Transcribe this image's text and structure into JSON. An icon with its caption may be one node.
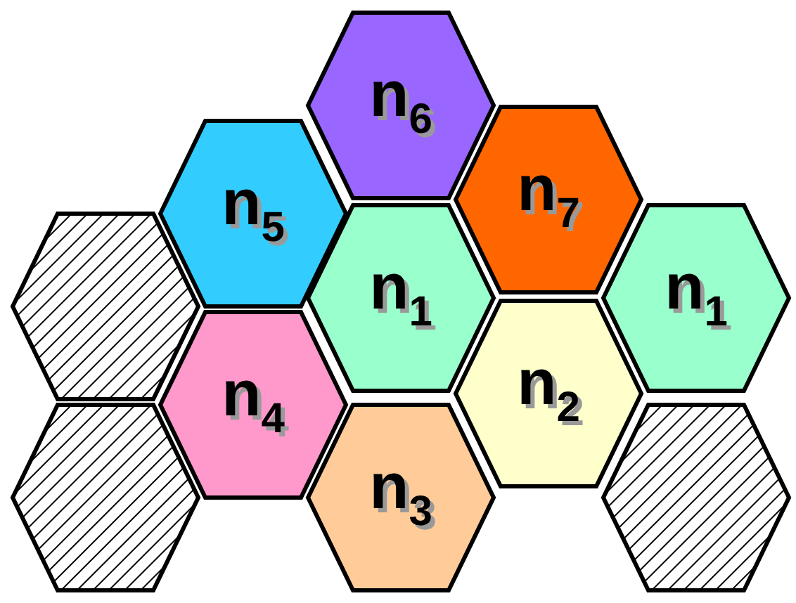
{
  "diagram": {
    "nodes": [
      {
        "text": [
          "n$_{6}$"
        ]
      },
      {
        "text": [
          "n$_{7}$"
        ]
      },
      {
        "text": [
          "n$_{5}$"
        ]
      },
      {
        "text": [],
        "shape": "hexagon"
      },
      {
        "text": [
          "n$_{1}$"
        ]
      },
      {
        "text": [
          "n$_{1}$"
        ]
      },
      {
        "text": [
          "n$_{2}$"
        ]
      },
      {
        "text": [
          "n$_{4}$"
        ]
      },
      {
        "text": [],
        "shape": "hexagon"
      },
      {
        "text": [
          "n$_{3}$"
        ]
      },
      {
        "text": [],
        "shape": "hexagon"
      }
    ]
  }
}
